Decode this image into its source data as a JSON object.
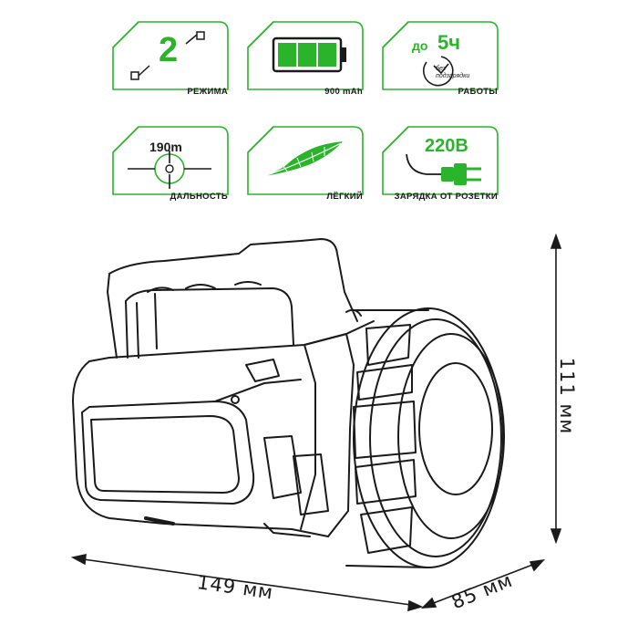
{
  "features": [
    {
      "id": "modes",
      "big_text": "2",
      "label": "РЕЖИМА",
      "icon": "mode-switch-icon"
    },
    {
      "id": "battery",
      "label": "900 mAh",
      "icon": "battery-icon",
      "charge_level": 1.0
    },
    {
      "id": "runtime",
      "prefix": "до",
      "value": "5ч",
      "sub_line1": "без",
      "sub_line2": "подзарядки",
      "label": "РАБОТЫ",
      "icon": "clock-icon"
    },
    {
      "id": "range",
      "value": "190m",
      "label": "ДАЛЬНОСТЬ",
      "icon": "crosshair-icon"
    },
    {
      "id": "weight",
      "label": "ЛЁГКИЙ",
      "icon": "feather-icon"
    },
    {
      "id": "charging",
      "value": "220В",
      "label": "ЗАРЯДКА ОТ РОЗЕТКИ",
      "icon": "plug-icon"
    }
  ],
  "dimensions": {
    "width": "149 мм",
    "depth": "85 мм",
    "height": "111 мм"
  },
  "colors": {
    "accent": "#2bb32b",
    "outline": "#1a1a1a"
  }
}
